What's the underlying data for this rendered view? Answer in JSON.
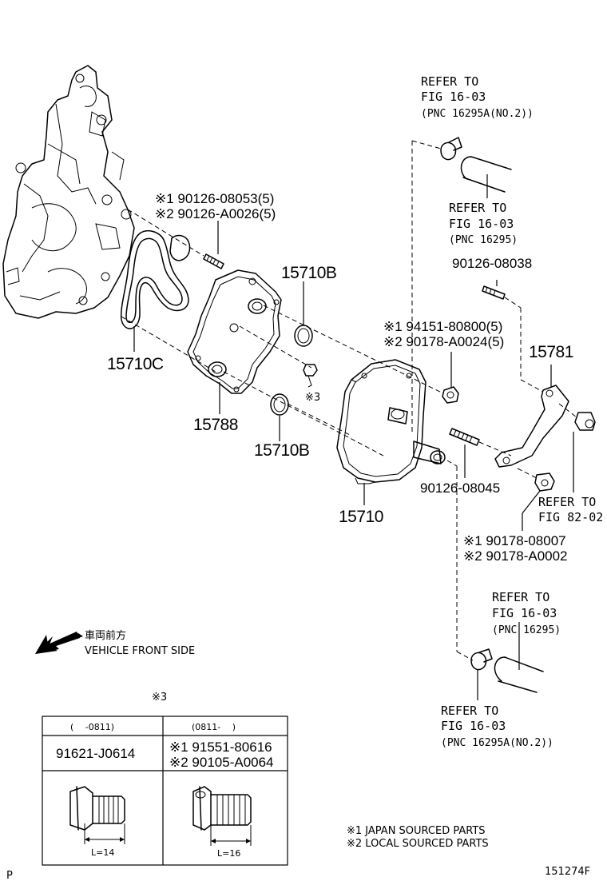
{
  "labels": {
    "refer_top": [
      "REFER TO",
      "FIG 16-03",
      "(PNC 16295A(NO.2))"
    ],
    "refer_hose_top": [
      "REFER TO",
      "FIG 16-03",
      "(PNC 16295)"
    ],
    "stud_upper": [
      "※1 90126-08053(5)",
      "※2 90126-A0026(5)"
    ],
    "p90126_08038": "90126-08038",
    "p15710B_top": "15710B",
    "nut_group": [
      "※1 94151-80800(5)",
      "※2 90178-A0024(5)"
    ],
    "p15781": "15781",
    "p15710C": "15710C",
    "p15788": "15788",
    "mark3": "※3",
    "p15710B_bottom": "15710B",
    "p90126_08045": "90126-08045",
    "refer_fig82": [
      "REFER TO",
      "FIG 82-02"
    ],
    "p15710": "15710",
    "nut_lower": [
      "※1 90178-08007",
      "※2 90178-A0002"
    ],
    "refer_hose_bottom": [
      "REFER TO",
      "FIG 16-03",
      "(PNC 16295)"
    ],
    "refer_bottom": [
      "REFER TO",
      "FIG 16-03",
      "(PNC 16295A(NO.2))"
    ],
    "vehicle_front_jp": "車両前方",
    "vehicle_front_en": "VEHICLE FRONT SIDE",
    "notes": [
      "※1 JAPAN SOURCED PARTS",
      "※2 LOCAL SOURCED PARTS"
    ],
    "corner_left": "P",
    "figure_id": "151274F"
  },
  "table": {
    "mark": "※3",
    "headers": [
      "(　 -0811)",
      "(0811-　 )"
    ],
    "parts": [
      [
        "91621-J0614"
      ],
      [
        "※1 91551-80616",
        "※2 90105-A0064"
      ]
    ],
    "lengths": [
      "L=14",
      "L=16"
    ]
  }
}
